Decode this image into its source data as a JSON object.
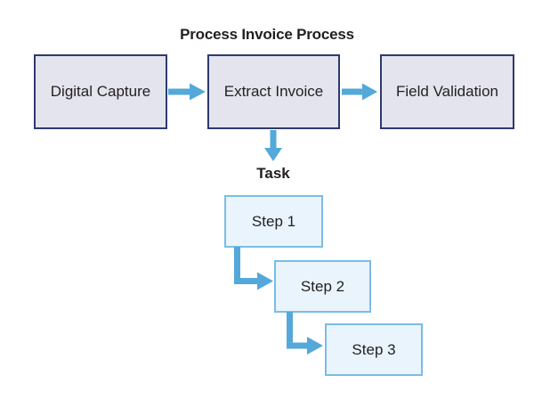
{
  "diagram": {
    "title": "Process Invoice Process",
    "process_flow": {
      "nodes": [
        {
          "label": "Digital Capture"
        },
        {
          "label": "Extract Invoice"
        },
        {
          "label": "Field Validation"
        }
      ]
    },
    "task_group": {
      "label": "Task",
      "steps": [
        {
          "label": "Step 1"
        },
        {
          "label": "Step 2"
        },
        {
          "label": "Step 3"
        }
      ]
    },
    "colors": {
      "background": "#ffffff",
      "text": "#231f20",
      "process_node_fill": "#e3e4ee",
      "process_node_border": "#2e3a6e",
      "step_node_fill": "#e9f4fc",
      "step_node_border": "#7abde6",
      "arrow": "#54a8da"
    }
  }
}
